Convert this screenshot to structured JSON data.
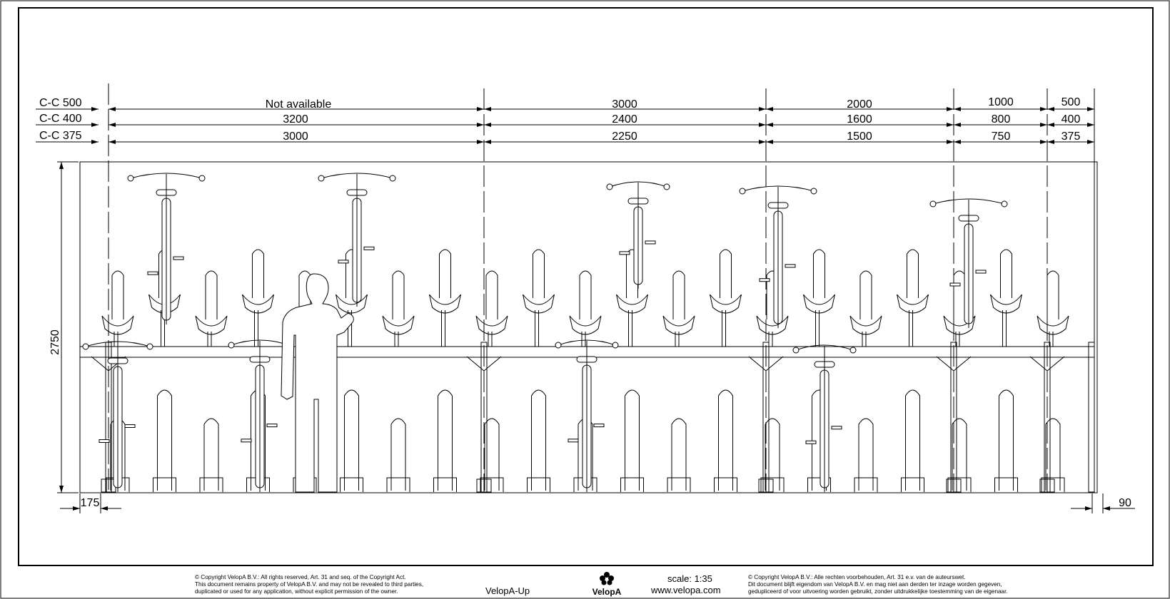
{
  "dimensions": {
    "rows": [
      {
        "label": "C-C 500",
        "values": [
          "Not available",
          "3000",
          "2000",
          "1000",
          "500"
        ]
      },
      {
        "label": "C-C 400",
        "values": [
          "3200",
          "2400",
          "1600",
          "800",
          "400"
        ]
      },
      {
        "label": "C-C 375",
        "values": [
          "3000",
          "2250",
          "1500",
          "750",
          "375"
        ]
      }
    ],
    "height": "2750",
    "left_offset": "175",
    "right_offset": "90"
  },
  "footer": {
    "copyright_en": [
      "© Copyright VelopA B.V.: All rights reserved, Art. 31 and seq. of the Copyright Act.",
      "This document remains property of VelopA B.V. and may not be revealed to third parties,",
      "duplicated or used for any application, without explicit permission of the owner."
    ],
    "product": "VelopA-Up",
    "logo_text": "VelopA",
    "scale": "scale: 1:35",
    "website": "www.velopa.com",
    "copyright_nl": [
      "© Copyright VelopA B.V.: Alle rechten voorbehouden, Art. 31 e.v. van de auteurswet.",
      "Dit document blijft eigendom van VelopA B.V. en mag niet aan derden ter inzage worden gegeven,",
      "gedupliceerd of voor uitvoering worden gebruikt, zonder uitdrukkelijke toestemming van de eigenaar."
    ]
  }
}
